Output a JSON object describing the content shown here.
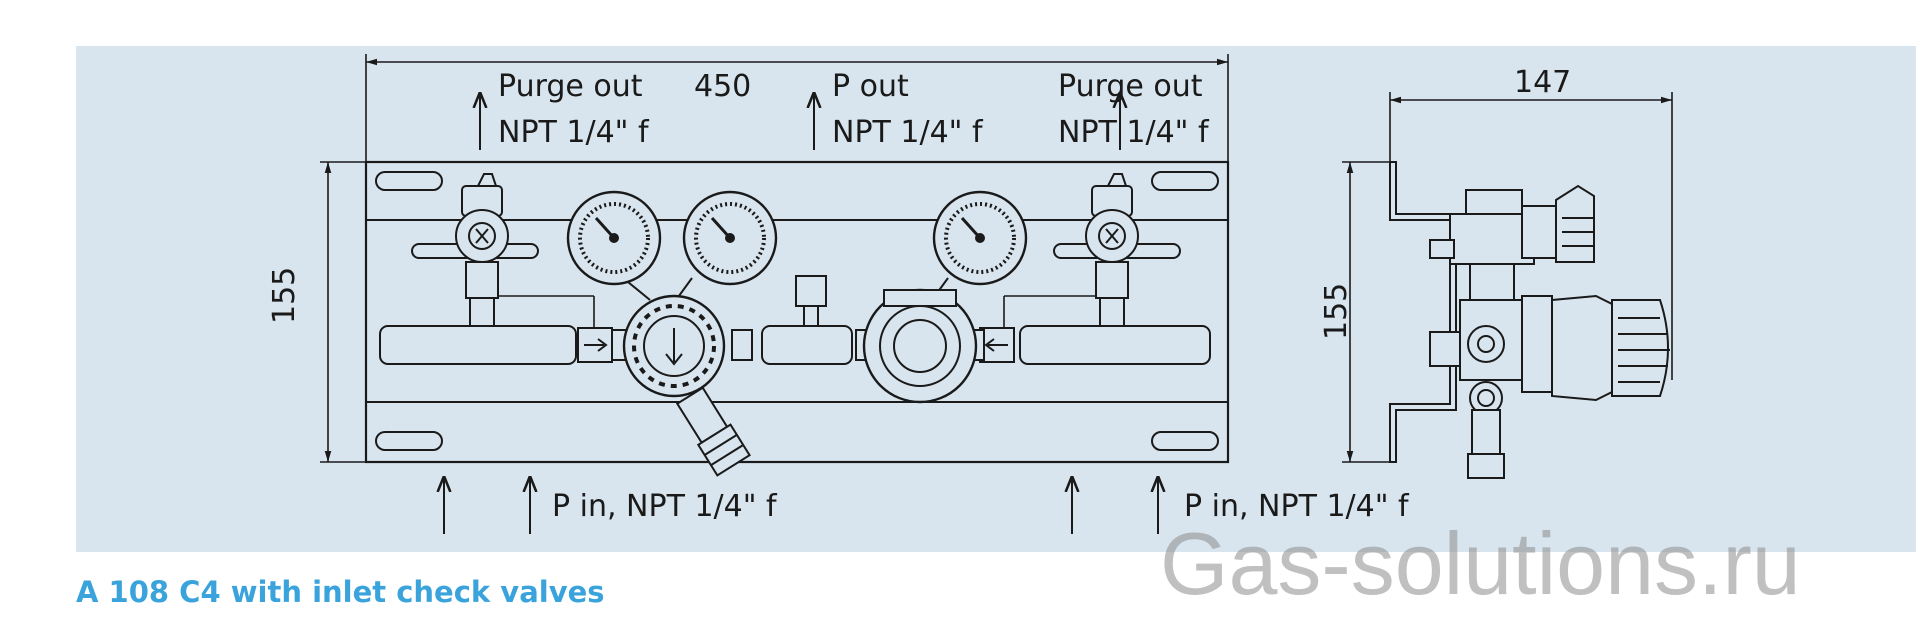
{
  "dimensions": {
    "front_width": "450",
    "front_height": "155",
    "side_width": "147",
    "side_height": "155"
  },
  "labels": {
    "purge_out_left": "Purge out",
    "purge_out_left_thread": "NPT 1/4\" f",
    "p_out": "P out",
    "p_out_thread": "NPT 1/4\" f",
    "purge_out_right": "Purge out",
    "purge_out_right_thread": "NPT 1/4\" f",
    "p_in_left": "P in, NPT 1/4\" f",
    "p_in_right": "P in, NPT 1/4\" f"
  },
  "caption": "A 108 C4 with inlet check valves",
  "watermark": "Gas-solutions.ru",
  "colors": {
    "panel_background": "#d8e5ee",
    "caption": "#3aa3dc",
    "line": "#1a1a1a"
  }
}
